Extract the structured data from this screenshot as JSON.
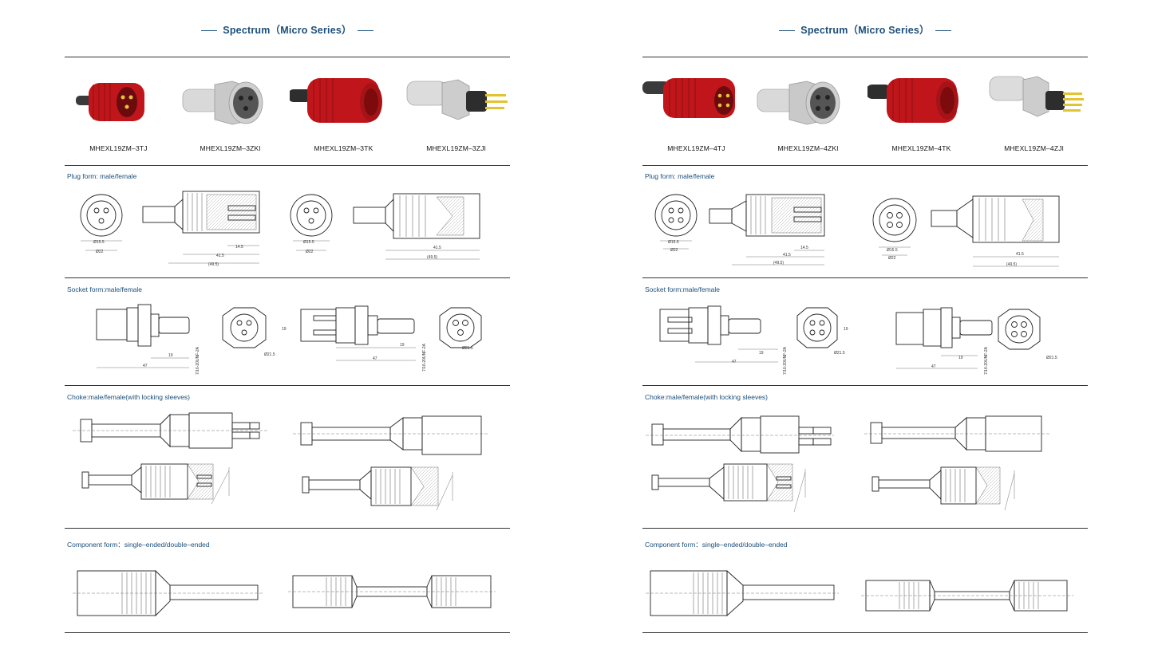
{
  "pages": [
    {
      "title": "Spectrum（Micro Series）",
      "products": [
        {
          "caption": "MHEXL19ZM–3TJ",
          "color": "#c0161b",
          "kind": "plug-male"
        },
        {
          "caption": "MHEXL19ZM–3ZKl",
          "color": "#d8d8d8",
          "kind": "socket-female"
        },
        {
          "caption": "MHEXL19ZM–3TK",
          "color": "#c0161b",
          "kind": "plug-female"
        },
        {
          "caption": "MHEXL19ZM–3ZJl",
          "color": "#d8d8d8",
          "kind": "socket-male"
        }
      ],
      "sections": {
        "plug": "Plug form: male/female",
        "socket": "Socket form:male/female",
        "choke": "Choke:male/female(with locking sleeves)",
        "component": "Component form：single–ended/double–ended"
      },
      "dims": {
        "d155": "Ø15.5",
        "d22": "Ø22",
        "l145": "14.5",
        "l415": "41.5",
        "l495": "(49.5)",
        "s19": "19",
        "s47": "47",
        "s215": "Ø21.5",
        "thread": "7/16-20UNF-2A"
      }
    },
    {
      "title": "Spectrum（Micro Series）",
      "products": [
        {
          "caption": "MHEXL19ZM–4TJ",
          "color": "#c0161b",
          "kind": "plug-male"
        },
        {
          "caption": "MHEXL19ZM–4ZKl",
          "color": "#d8d8d8",
          "kind": "socket-female"
        },
        {
          "caption": "MHEXL19ZM–4TK",
          "color": "#c0161b",
          "kind": "plug-female"
        },
        {
          "caption": "MHEXL19ZM–4ZJl",
          "color": "#d8d8d8",
          "kind": "socket-male"
        }
      ],
      "sections": {
        "plug": "Plug form: male/female",
        "socket": "Socket form:male/female",
        "choke": "Choke:male/female(with locking sleeves)",
        "component": "Component form：single–ended/double–ended"
      },
      "dims": {
        "d155": "Ø15.5",
        "d22": "Ø22",
        "l145": "14.5",
        "l415": "41.5",
        "l495": "(49.5)",
        "s19": "19",
        "s47": "47",
        "s215": "Ø21.5",
        "thread": "7/16-20UNF-2A"
      }
    }
  ]
}
